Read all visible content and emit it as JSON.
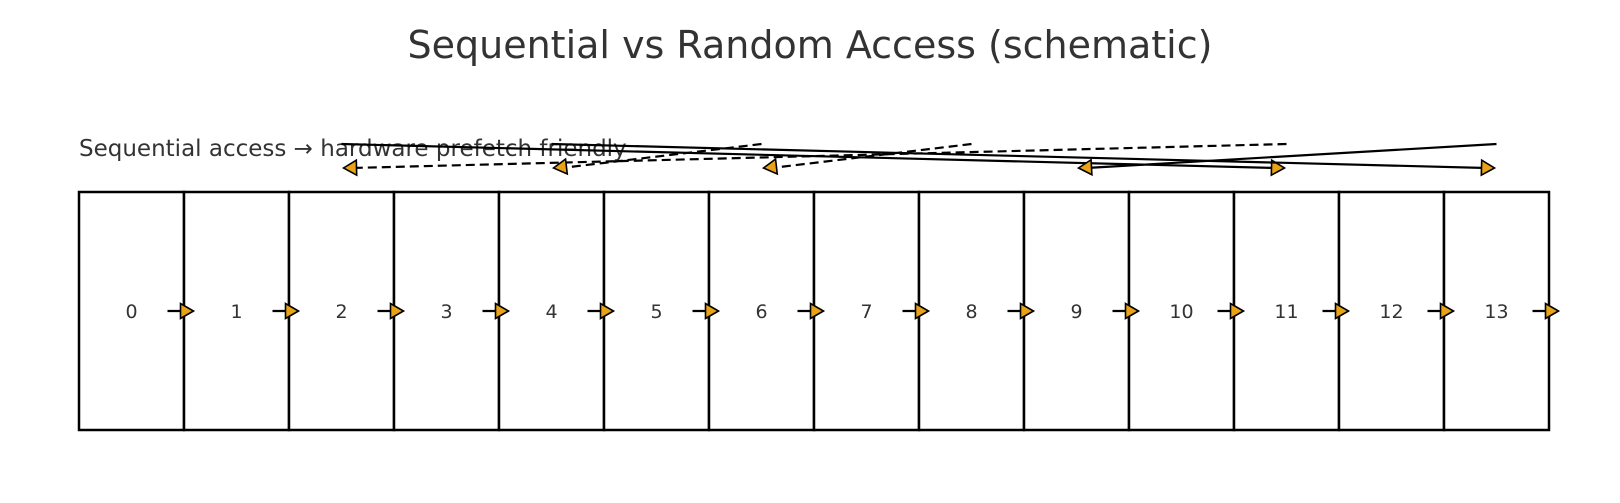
{
  "title": "Sequential vs Random Access (schematic)",
  "subtitle": "Sequential access → hardware prefetch friendly",
  "colors": {
    "arrow_fill": "#e8a317",
    "stroke": "#000000",
    "text": "#333333"
  },
  "cells": [
    "0",
    "1",
    "2",
    "3",
    "4",
    "5",
    "6",
    "7",
    "8",
    "9",
    "10",
    "11",
    "12",
    "13"
  ],
  "sequential_order": [
    0,
    1,
    2,
    3,
    4,
    5,
    6,
    7,
    8,
    9,
    10,
    11,
    12,
    13
  ],
  "random_jumps": [
    {
      "from": 11,
      "to": 2,
      "style": "dashed"
    },
    {
      "from": 6,
      "to": 4,
      "style": "dashed"
    },
    {
      "from": 8,
      "to": 6,
      "style": "dashed"
    },
    {
      "from": 2,
      "to": 11,
      "style": "solid"
    },
    {
      "from": 4,
      "to": 13,
      "style": "solid"
    },
    {
      "from": 13,
      "to": 9,
      "style": "solid"
    }
  ]
}
